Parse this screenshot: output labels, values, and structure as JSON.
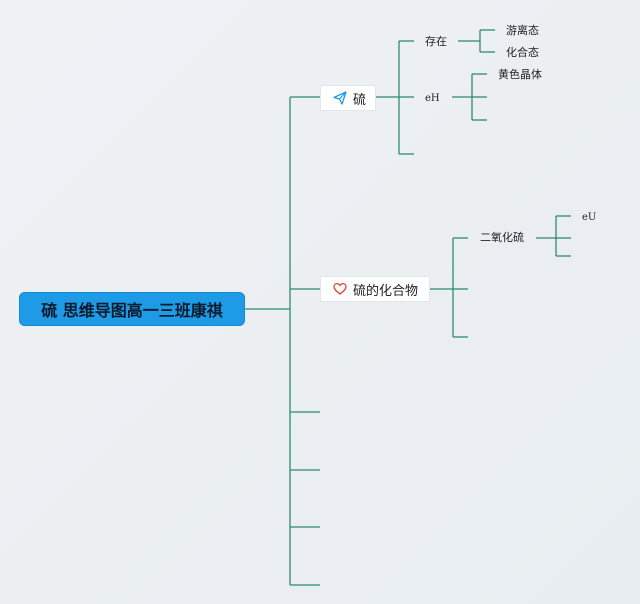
{
  "root": {
    "title": "硫 思维导图高一三班康祺"
  },
  "branches": [
    {
      "label": "硫",
      "icon": "paper-plane-icon",
      "icon_color": "#1e9be6"
    },
    {
      "label": "硫的化合物",
      "icon": "heart-icon",
      "icon_color": "#e0442f"
    }
  ],
  "nodes": {
    "cunzai": "存在",
    "youlitai": "游离态",
    "huahetai": "化合态",
    "eh": "eH",
    "huangse": "黄色晶体",
    "eryang": "二氧化硫",
    "eu": "eU"
  },
  "colors": {
    "line": "#2f8a6c",
    "root_bg": "#1e9be6"
  }
}
